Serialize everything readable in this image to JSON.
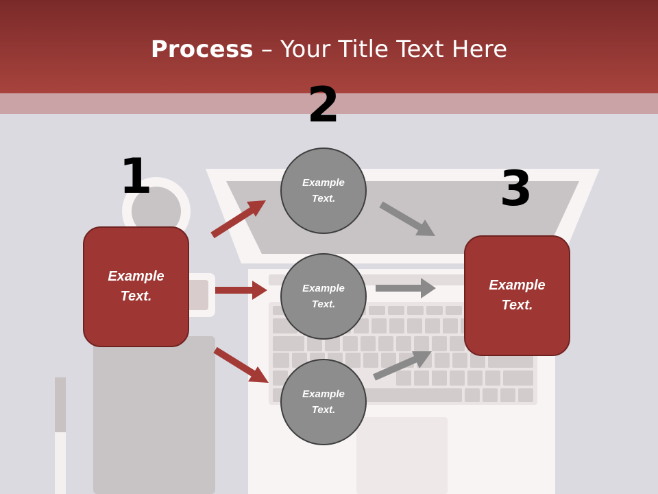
{
  "title": {
    "bold": "Process",
    "rest": " – Your Title Text Here"
  },
  "steps": [
    {
      "number": "1",
      "label": "Example Text."
    },
    {
      "number": "2",
      "label": "Example Text."
    },
    {
      "number": "3",
      "label": "Example Text."
    }
  ],
  "circles": [
    {
      "label": "Example Text."
    },
    {
      "label": "Example Text."
    },
    {
      "label": "Example Text."
    }
  ],
  "colors": {
    "accent": "#9e3733",
    "header": "#a8433d",
    "circle": "#8d8d8d",
    "arrow_gray": "#8a8a8a"
  }
}
